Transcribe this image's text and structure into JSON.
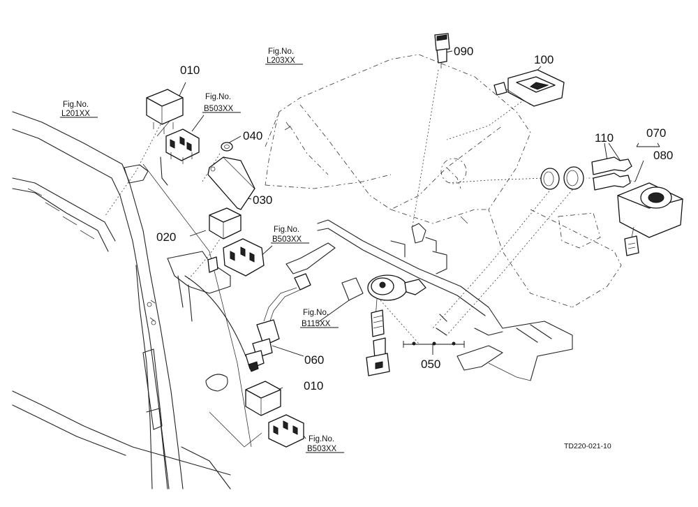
{
  "callouts": {
    "c010a": "010",
    "c010b": "010",
    "c020": "020",
    "c030": "030",
    "c040": "040",
    "c050": "050",
    "c060": "060",
    "c070": "070",
    "c080": "080",
    "c090": "090",
    "c100": "100",
    "c110": "110"
  },
  "fig_refs": {
    "label": "Fig.No.",
    "l201": "L201XX",
    "l203": "L203XX",
    "b503a": "B503XX",
    "b503b": "B503XX",
    "b503c": "B503XX",
    "b115": "B115XX"
  },
  "drawing_code": "TD220-021-10"
}
